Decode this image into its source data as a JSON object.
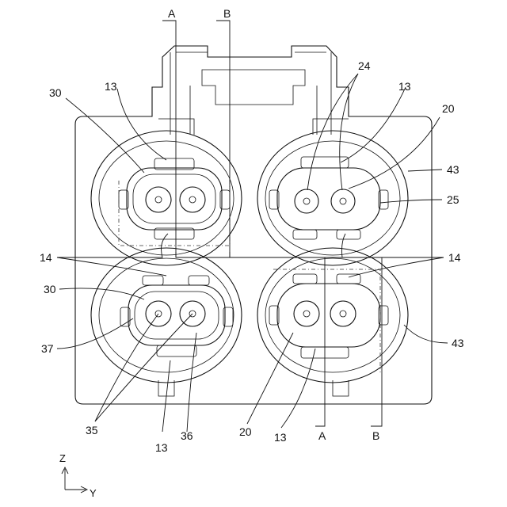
{
  "labels": {
    "section_a_top": "A",
    "section_b_top": "B",
    "section_a_bottom": "A",
    "section_b_bottom": "B",
    "ref_30_top": "30",
    "ref_13_top_left": "13",
    "ref_24": "24",
    "ref_13_top_right": "13",
    "ref_20_top_right": "20",
    "ref_43_right_upper": "43",
    "ref_25": "25",
    "ref_14_left": "14",
    "ref_14_right": "14",
    "ref_30_bottom": "30",
    "ref_37": "37",
    "ref_43_right_lower": "43",
    "ref_35": "35",
    "ref_13_bottom_left": "13",
    "ref_36": "36",
    "ref_20_bottom": "20",
    "ref_13_bottom_right": "13"
  },
  "axes": {
    "vertical": "Z",
    "horizontal": "Y"
  }
}
